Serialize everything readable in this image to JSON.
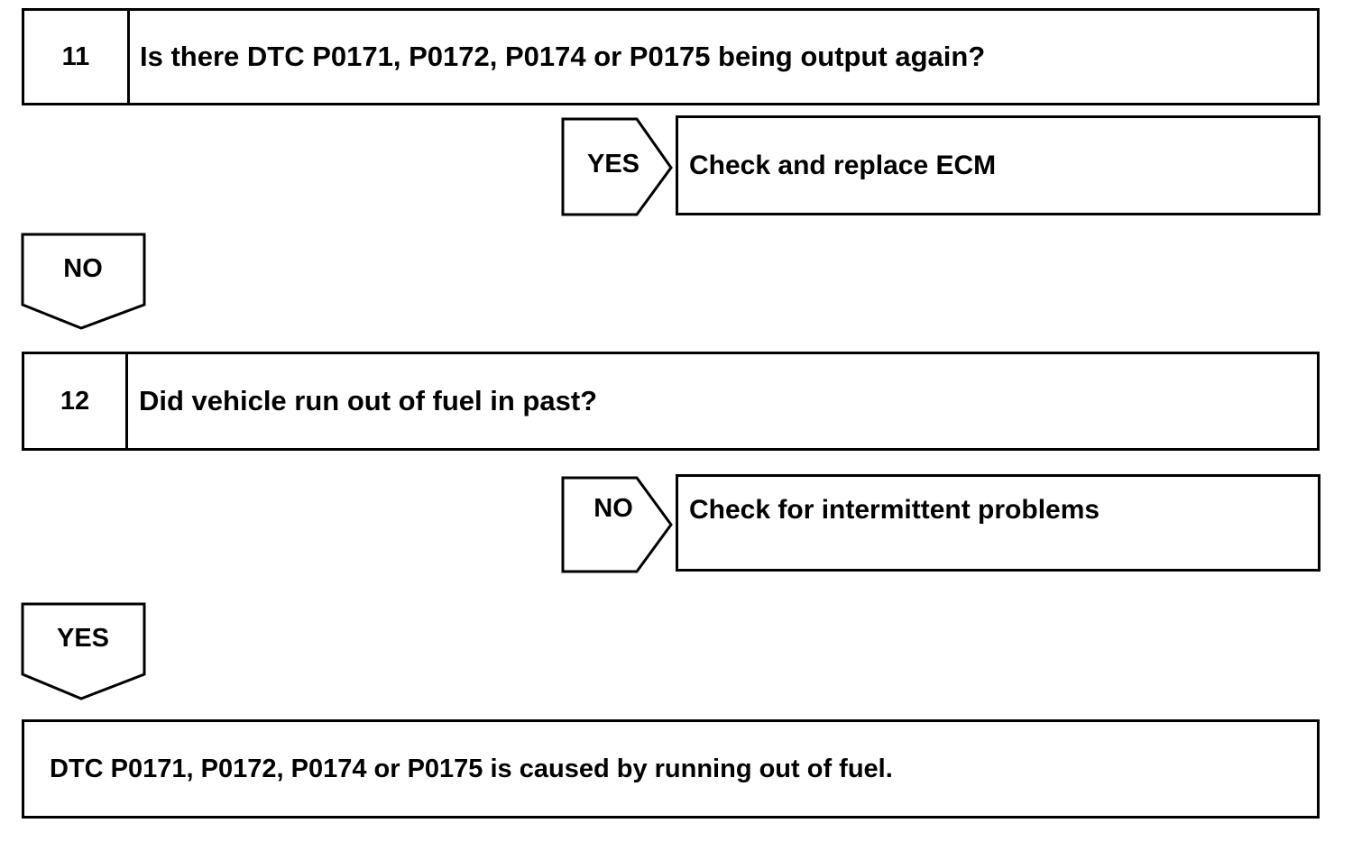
{
  "steps": [
    {
      "number": "11",
      "question": "Is there DTC P0171, P0172, P0174 or P0175 being output again?",
      "side_branch": {
        "label": "YES",
        "result": "Check and replace ECM"
      },
      "down_branch": {
        "label": "NO"
      }
    },
    {
      "number": "12",
      "question": "Did vehicle run out of fuel in past?",
      "side_branch": {
        "label": "NO",
        "result": "Check for intermittent problems"
      },
      "down_branch": {
        "label": "YES"
      }
    }
  ],
  "final_result": "DTC P0171, P0172, P0174 or P0175 is caused by running out of fuel."
}
